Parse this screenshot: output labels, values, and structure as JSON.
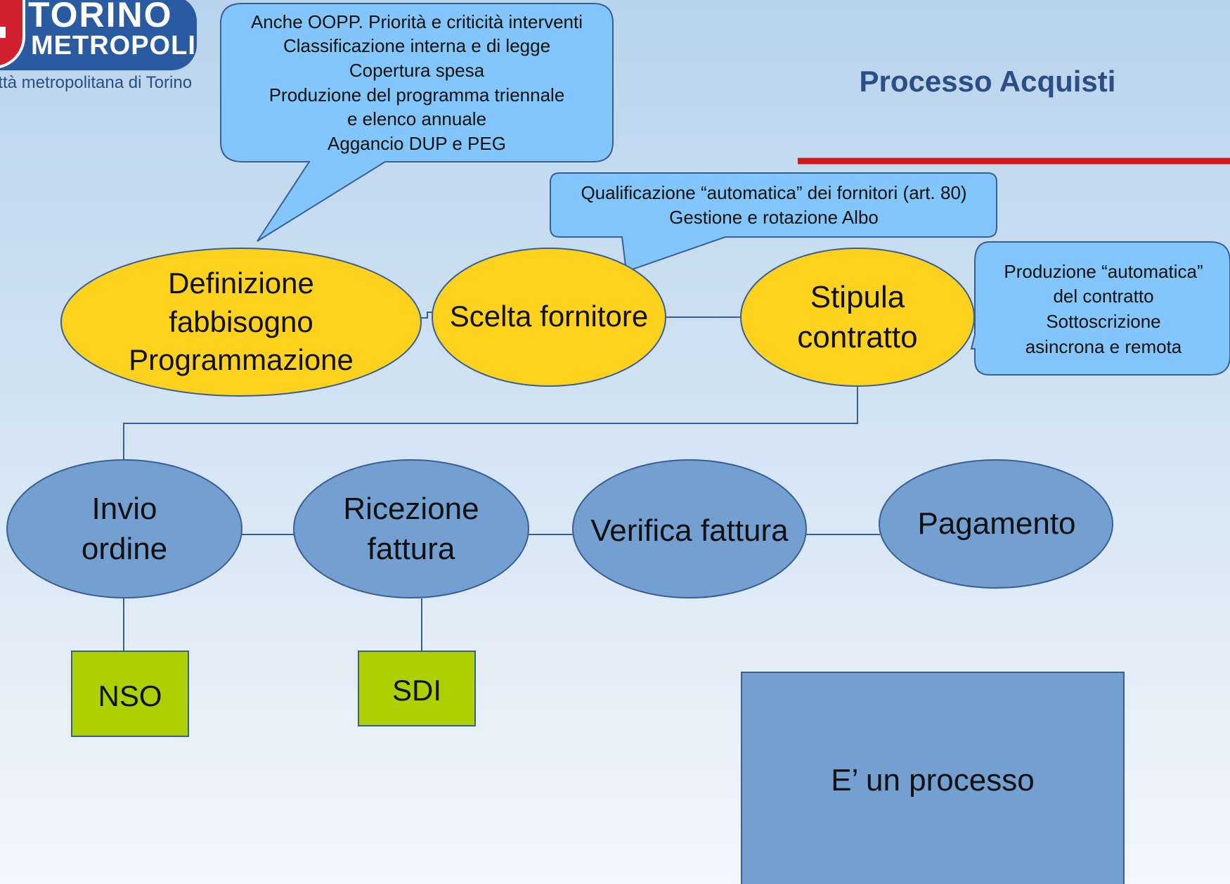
{
  "logo": {
    "line1": "TORINO",
    "line2": "METROPOLI",
    "subtitle": "ittà metropolitana di Torino"
  },
  "title": "Processo Acquisti",
  "colors": {
    "accent_line": "#d01818",
    "phase1_fill": "#ffd21f",
    "phase2_fill": "#739fd1",
    "callout_fill": "#82c6fb",
    "system_fill": "#aed000",
    "note_fill": "#739fd1",
    "stroke": "#3a5f95"
  },
  "callouts": {
    "programmazione": "Anche OOPP. Priorità e criticità interventi\nClassificazione interna e di legge\nCopertura spesa\nProduzione del programma triennale\ne elenco annuale\nAggancio DUP e PEG",
    "fornitori": "Qualificazione “automatica” dei fornitori (art. 80)\nGestione e rotazione Albo",
    "contratto": "Produzione “automatica”\ndel contratto\nSottoscrizione\nasincrona e remota"
  },
  "phase1": [
    "Definizione\nfabbisogno\nProgrammazione",
    "Scelta fornitore",
    "Stipula\ncontratto"
  ],
  "phase2": [
    "Invio\nordine",
    "Ricezione\nfattura",
    "Verifica fattura",
    "Pagamento"
  ],
  "systems": [
    "NSO",
    "SDI"
  ],
  "note": "E’ un processo"
}
